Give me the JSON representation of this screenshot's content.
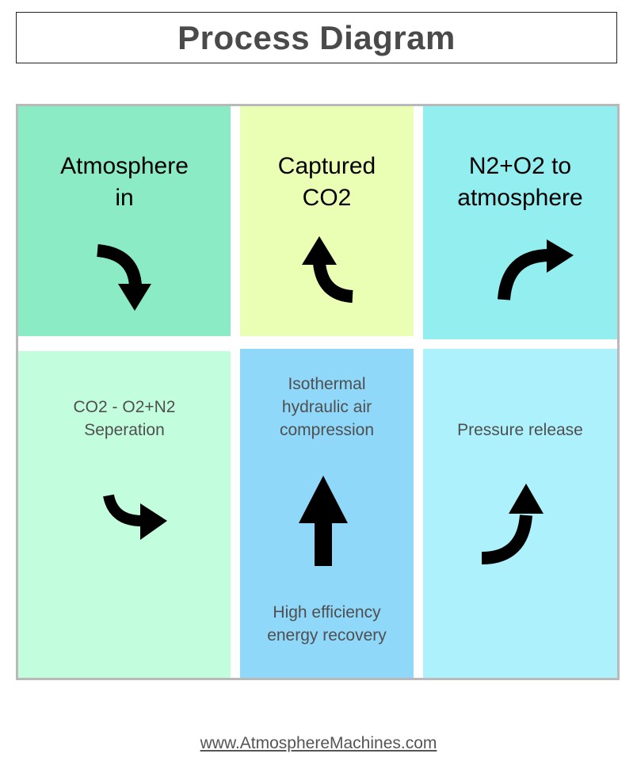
{
  "title": "Process Diagram",
  "colors": {
    "atmosphere_in": "#8bebc5",
    "captured_co2": "#eaffb3",
    "to_atmosphere": "#93eef0",
    "separation": "#c2fede",
    "compression": "#8fd8fa",
    "pressure_release": "#acf1fb",
    "frame": "#b9b9b9",
    "arrow": "#000000"
  },
  "cells": {
    "atmosphere_in": {
      "label": "Atmosphere in",
      "arrow_icon": "curved-arrow-down-right-icon"
    },
    "captured_co2": {
      "label": "Captured CO2",
      "arrow_icon": "curved-arrow-up-left-icon"
    },
    "to_atmosphere": {
      "label": "N2+O2 to atmosphere",
      "arrow_icon": "curved-arrow-right-icon"
    },
    "separation": {
      "label": "CO2 - O2+N2 Seperation",
      "arrow_icon": "curved-arrow-right-icon"
    },
    "compression": {
      "top_label": "Isothermal hydraulic air compression",
      "bottom_label": "High efficiency energy recovery",
      "arrow_icon": "arrow-up-icon"
    },
    "pressure_release": {
      "label": "Pressure release",
      "arrow_icon": "curved-arrow-up-right-icon"
    }
  },
  "footer": {
    "link": "www.AtmosphereMachines.com"
  }
}
